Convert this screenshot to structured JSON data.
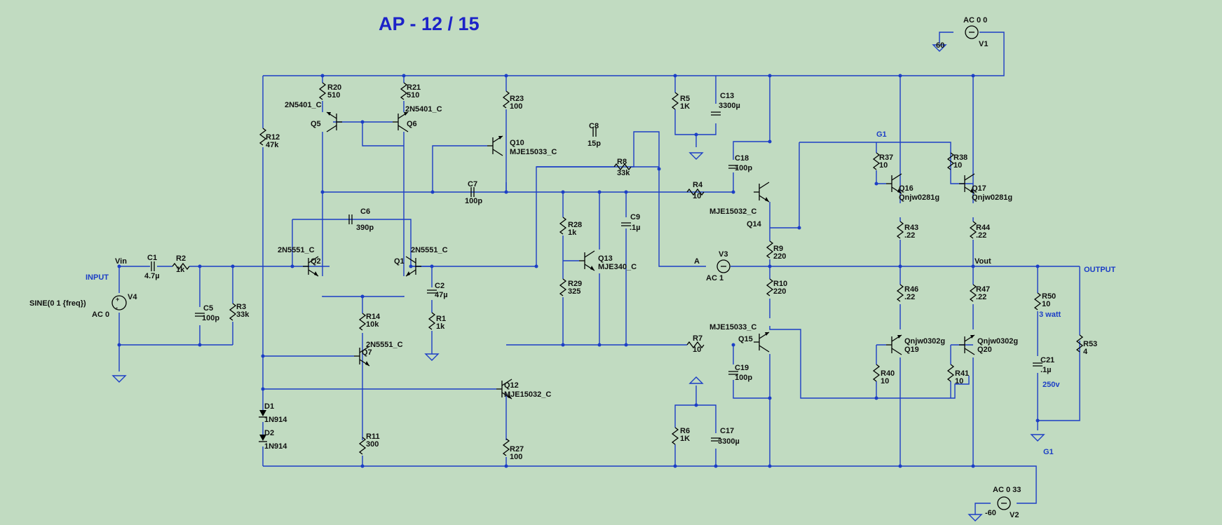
{
  "title": "AP - 12 / 15",
  "net_labels": {
    "input": "INPUT",
    "vin": "Vin",
    "output": "OUTPUT",
    "vout": "Vout",
    "a": "A",
    "g1_top": "G1",
    "g1_bottom": "G1",
    "r50_note": "3 watt",
    "c21_note": "250v"
  },
  "sources": {
    "v4": {
      "name": "V4",
      "value": "AC 0",
      "spec": "SINE(0 1 {freq})"
    },
    "v1": {
      "name": "V1",
      "value": "AC 0 0",
      "spec": "60"
    },
    "v2": {
      "name": "V2",
      "value": "AC 0 33",
      "spec": "-60"
    },
    "v3": {
      "name": "V3",
      "value": "AC 1"
    }
  },
  "resistors": {
    "r1": {
      "name": "R1",
      "value": "1k"
    },
    "r2": {
      "name": "R2",
      "value": "1k"
    },
    "r3": {
      "name": "R3",
      "value": "33k"
    },
    "r4": {
      "name": "R4",
      "value": "10"
    },
    "r5": {
      "name": "R5",
      "value": "1K"
    },
    "r6": {
      "name": "R6",
      "value": "1K"
    },
    "r7": {
      "name": "R7",
      "value": "10"
    },
    "r8": {
      "name": "R8",
      "value": "33k"
    },
    "r9": {
      "name": "R9",
      "value": "220"
    },
    "r10": {
      "name": "R10",
      "value": "220"
    },
    "r11": {
      "name": "R11",
      "value": "300"
    },
    "r12": {
      "name": "R12",
      "value": "47k"
    },
    "r14": {
      "name": "R14",
      "value": "10k"
    },
    "r20": {
      "name": "R20",
      "value": "510"
    },
    "r21": {
      "name": "R21",
      "value": "510"
    },
    "r23": {
      "name": "R23",
      "value": "100"
    },
    "r27": {
      "name": "R27",
      "value": "100"
    },
    "r28": {
      "name": "R28",
      "value": "1k"
    },
    "r29": {
      "name": "R29",
      "value": "325"
    },
    "r37": {
      "name": "R37",
      "value": "10"
    },
    "r38": {
      "name": "R38",
      "value": "10"
    },
    "r40": {
      "name": "R40",
      "value": "10"
    },
    "r41": {
      "name": "R41",
      "value": "10"
    },
    "r43": {
      "name": "R43",
      "value": ".22"
    },
    "r44": {
      "name": "R44",
      "value": ".22"
    },
    "r46": {
      "name": "R46",
      "value": ".22"
    },
    "r47": {
      "name": "R47",
      "value": ".22"
    },
    "r50": {
      "name": "R50",
      "value": "10"
    },
    "r53": {
      "name": "R53",
      "value": "4"
    }
  },
  "capacitors": {
    "c1": {
      "name": "C1",
      "value": "4.7µ"
    },
    "c2": {
      "name": "C2",
      "value": "47µ"
    },
    "c5": {
      "name": "C5",
      "value": "100p"
    },
    "c6": {
      "name": "C6",
      "value": "390p"
    },
    "c7": {
      "name": "C7",
      "value": "100p"
    },
    "c8": {
      "name": "C8",
      "value": "15p"
    },
    "c9": {
      "name": "C9",
      "value": ".1µ"
    },
    "c13": {
      "name": "C13",
      "value": "3300µ"
    },
    "c17": {
      "name": "C17",
      "value": "3300µ"
    },
    "c18": {
      "name": "C18",
      "value": "100p"
    },
    "c19": {
      "name": "C19",
      "value": "100p"
    },
    "c21": {
      "name": "C21",
      "value": ".1µ"
    }
  },
  "transistors": {
    "q1": {
      "name": "Q1",
      "model": "2N5551_C"
    },
    "q2": {
      "name": "Q2",
      "model": "2N5551_C"
    },
    "q5": {
      "name": "Q5",
      "model": "2N5401_C"
    },
    "q6": {
      "name": "Q6",
      "model": "2N5401_C"
    },
    "q7": {
      "name": "Q7",
      "model": "2N5551_C"
    },
    "q10": {
      "name": "Q10",
      "model": "MJE15033_C"
    },
    "q12": {
      "name": "Q12",
      "model": "MJE15032_C"
    },
    "q13": {
      "name": "Q13",
      "model": "MJE340_C"
    },
    "q14": {
      "name": "Q14",
      "model": "MJE15032_C"
    },
    "q15": {
      "name": "Q15",
      "model": "MJE15033_C"
    },
    "q16": {
      "name": "Q16",
      "model": "Qnjw0281g"
    },
    "q17": {
      "name": "Q17",
      "model": "Qnjw0281g"
    },
    "q19": {
      "name": "Q19",
      "model": "Qnjw0302g"
    },
    "q20": {
      "name": "Q20",
      "model": "Qnjw0302g"
    }
  },
  "diodes": {
    "d1": {
      "name": "D1",
      "model": "1N914"
    },
    "d2": {
      "name": "D2",
      "model": "1N914"
    }
  }
}
